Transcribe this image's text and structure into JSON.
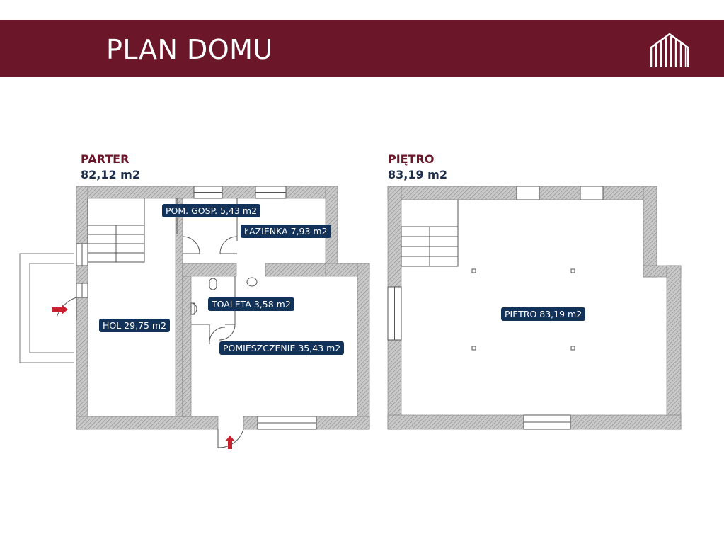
{
  "header": {
    "title": "PLAN DOMU",
    "logo_icon": "building-logo-icon",
    "background_color": "#6b1629"
  },
  "floors": [
    {
      "name": "PARTER",
      "area": "82,12 m2",
      "rooms": [
        {
          "label": "POM. GOSP. 5,43 m2"
        },
        {
          "label": "ŁAZIENKA  7,93 m2"
        },
        {
          "label": "TOALETA 3,58 m2"
        },
        {
          "label": "HOL 29,75 m2"
        },
        {
          "label": "POMIESZCZENIE 35,43 m2"
        }
      ]
    },
    {
      "name": "PIĘTRO",
      "area": "83,19 m2",
      "rooms": [
        {
          "label": "PIETRO 83,19 m2"
        }
      ]
    }
  ],
  "colors": {
    "accent": "#6b1629",
    "label_bg": "#12325a",
    "entrance_arrow": "#c8202e"
  }
}
